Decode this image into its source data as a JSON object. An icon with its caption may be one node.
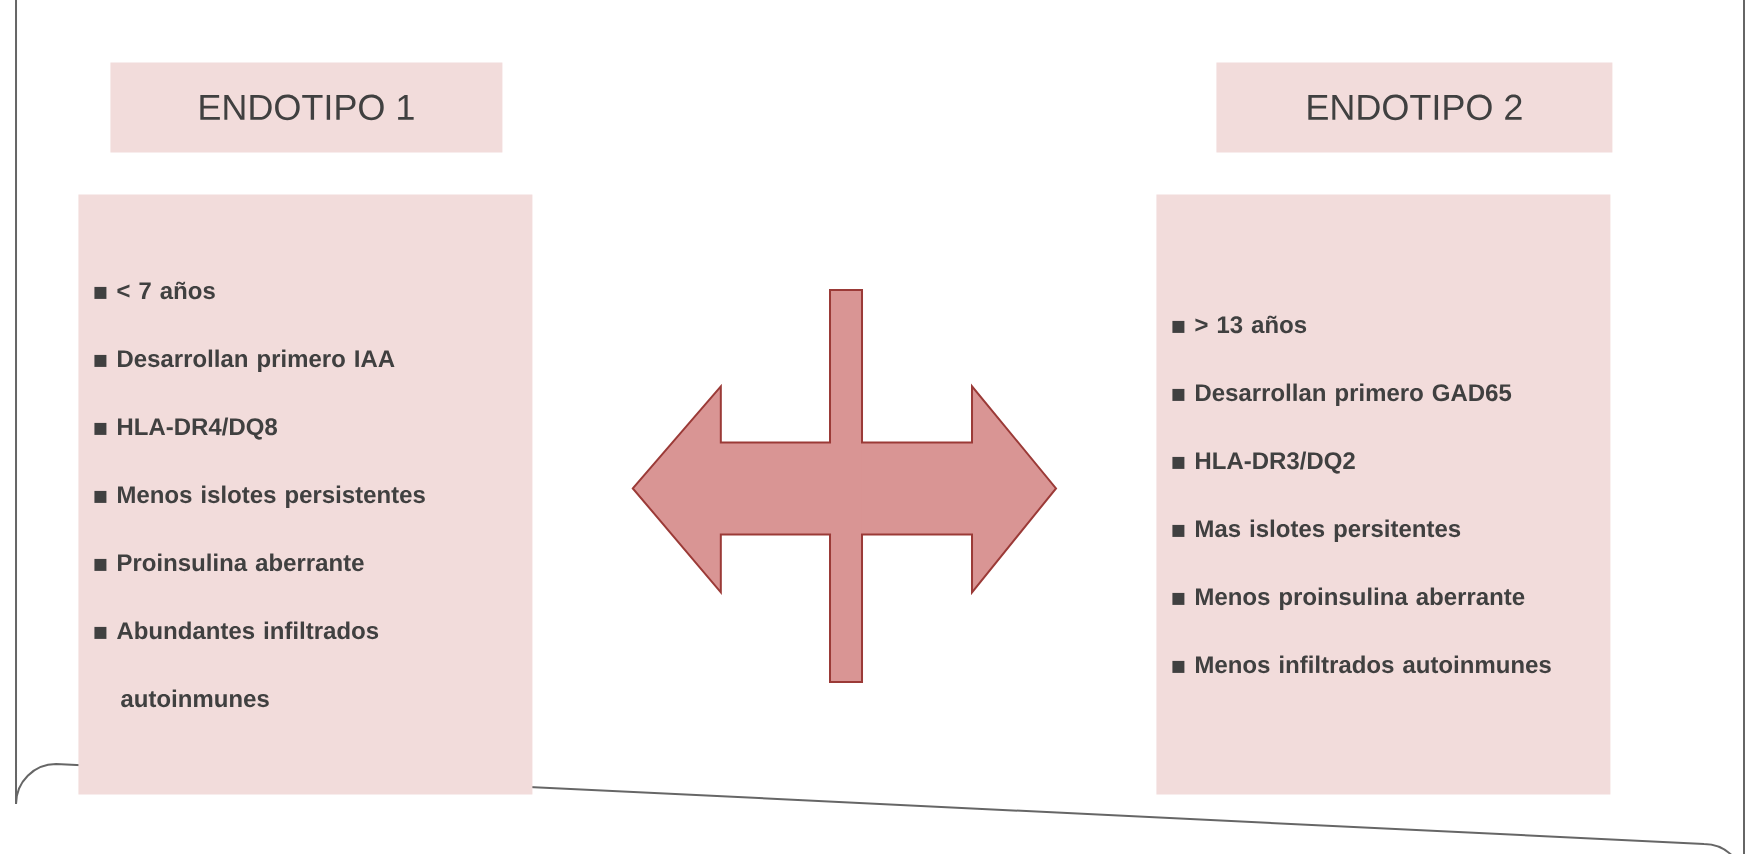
{
  "diagram": {
    "nodes": [
      {
        "text": [
          "ENDOTIPO 1"
        ]
      },
      {
        "text": [
          "< 7 años",
          "Desarrollan primero IAA",
          "HLA-DR4/DQ8",
          "Menos islotes persistentes",
          "Proinsulina aberrante",
          "Abundantes infiltrados autoinmunes"
        ]
      },
      {
        "text": [
          "ENDOTIPO 2"
        ]
      },
      {
        "text": [
          "> 13 años",
          "Desarrollan primero GAD65",
          "HLA-DR3/DQ2",
          "Mas islotes persitentes",
          "Menos proinsulina aberrante",
          "Menos infiltrados autoinmunes"
        ]
      }
    ],
    "edges": [
      {
        "from": 1,
        "to": 3,
        "arrow": "both"
      }
    ]
  }
}
